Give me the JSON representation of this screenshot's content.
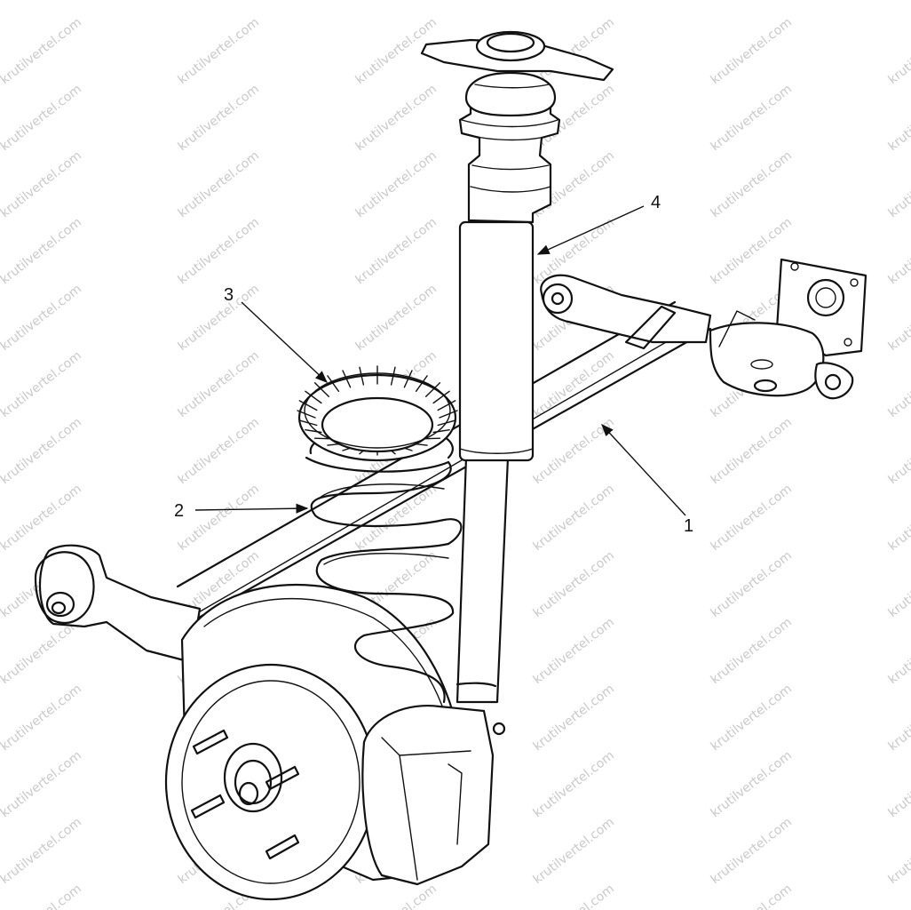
{
  "diagram": {
    "callouts": [
      {
        "id": "1",
        "label": "1"
      },
      {
        "id": "2",
        "label": "2"
      },
      {
        "id": "3",
        "label": "3"
      },
      {
        "id": "4",
        "label": "4"
      }
    ],
    "watermark_text": "krutilvertel.com",
    "colors": {
      "line": "#111111",
      "background": "#ffffff",
      "watermark": "#c9c9c9"
    }
  }
}
